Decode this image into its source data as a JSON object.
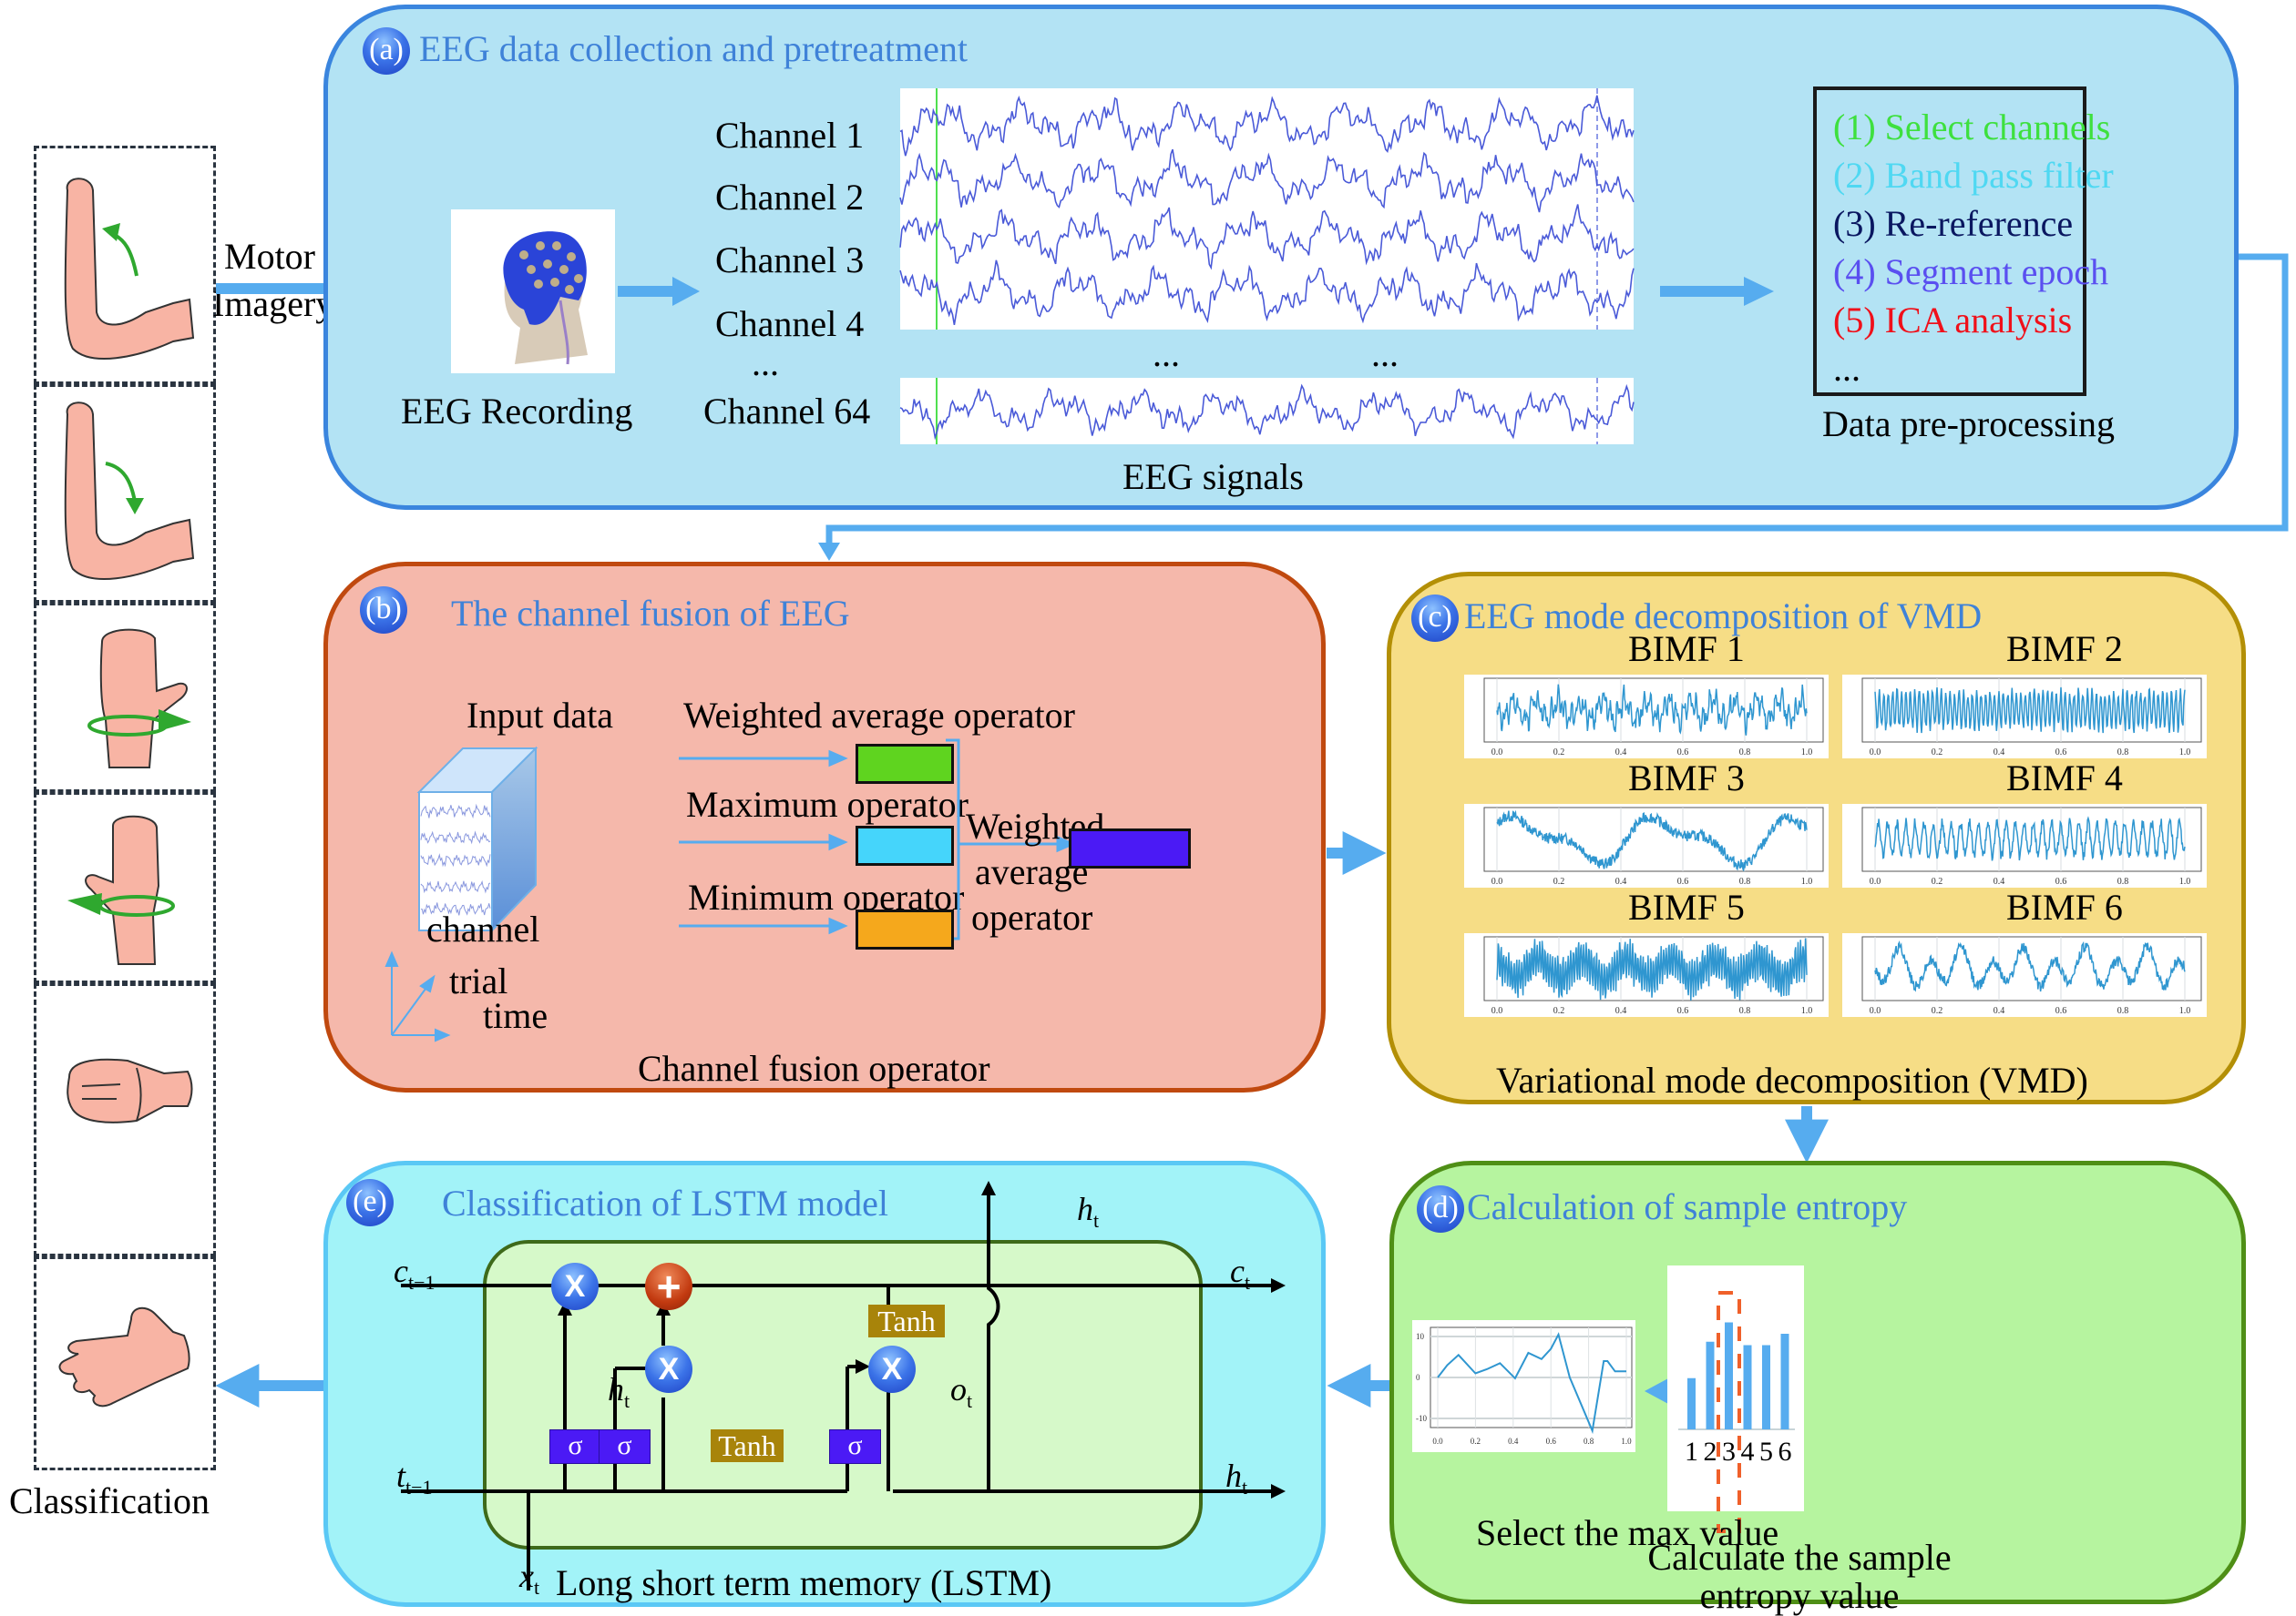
{
  "left_column": {
    "label_motor": "Motor",
    "label_imagery": "Imagery",
    "label_classification": "Classification",
    "cells": [
      {
        "name": "elbow-flexion",
        "icon": "arm-flex-up-icon"
      },
      {
        "name": "elbow-extension",
        "icon": "arm-flex-down-icon"
      },
      {
        "name": "wrist-supination",
        "icon": "hand-rotate-right-icon"
      },
      {
        "name": "wrist-pronation",
        "icon": "hand-rotate-left-icon"
      },
      {
        "name": "hand-close",
        "icon": "fist-icon"
      },
      {
        "name": "hand-open",
        "icon": "open-hand-icon"
      }
    ]
  },
  "panel_a": {
    "badge": "(a)",
    "title": "EEG data collection and pretreatment",
    "recording_label": "EEG Recording",
    "channels": [
      "Channel 1",
      "Channel 2",
      "Channel 3",
      "Channel 4",
      "...",
      "Channel 64"
    ],
    "signals_ellipsis": [
      "...",
      "..."
    ],
    "signals_label": "EEG signals",
    "preprocessing_steps": [
      {
        "text": "(1) Select channels",
        "color": "#3ee03e"
      },
      {
        "text": "(2) Band pass filter",
        "color": "#4fd8f2"
      },
      {
        "text": "(3) Re-reference",
        "color": "#0a1760"
      },
      {
        "text": "(4) Segment epoch",
        "color": "#5a4ff0"
      },
      {
        "text": "(5) ICA analysis",
        "color": "#f0101a"
      },
      {
        "text": "...",
        "color": "#000000"
      }
    ],
    "preprocessing_label": "Data pre-processing"
  },
  "panel_b": {
    "badge": "(b)",
    "title": "The channel fusion of EEG",
    "input_label": "Input data",
    "ops": [
      {
        "label": "Weighted average operator",
        "color": "#5fd41f"
      },
      {
        "label": "Maximum operator",
        "color": "#45d5fb"
      },
      {
        "label": "Minimum operator",
        "color": "#f5a81c"
      }
    ],
    "combine_label": [
      "Weighted",
      "average",
      "operator"
    ],
    "output_color": "#4b1af5",
    "axis_labels": {
      "channel": "channel",
      "trial": "trial",
      "time": "time"
    },
    "caption": "Channel fusion operator"
  },
  "panel_c": {
    "badge": "(c)",
    "title": "EEG mode decomposition of VMD",
    "modes": [
      "BIMF 1",
      "BIMF 2",
      "BIMF 3",
      "BIMF 4",
      "BIMF 5",
      "BIMF 6"
    ],
    "x_ticks": [
      "0.0",
      "0.2",
      "0.4",
      "0.6",
      "0.8",
      "1.0"
    ],
    "caption": "Variational mode decomposition (VMD)"
  },
  "panel_d": {
    "badge": "(d)",
    "title": "Calculation of sample entropy",
    "plot_y_ticks": [
      "10",
      "0",
      "-10"
    ],
    "plot_x_ticks": [
      "0.0",
      "0.2",
      "0.4",
      "0.6",
      "0.8",
      "1.0"
    ],
    "select_label": "Select the max value",
    "calc_label_lines": [
      "Calculate the sample",
      "entropy value"
    ],
    "highlight_index": 3
  },
  "panel_e": {
    "badge": "(e)",
    "title": "Classification of LSTM model",
    "labels": {
      "c_prev": "c",
      "c_prev_sub": "t−1",
      "c_next": "c",
      "c_next_sub": "t",
      "t_prev": "t",
      "t_prev_sub": "t−1",
      "h_out_top": "h",
      "h_out_top_sub": "t",
      "h_out_right": "h",
      "h_out_right_sub": "t",
      "h_gate": "h",
      "h_gate_sub": "t",
      "o_gate": "o",
      "o_gate_sub": "t",
      "x_in": "x",
      "x_in_sub": "t"
    },
    "sigma": "σ",
    "tanh": "Tanh",
    "mult": "X",
    "add": "+",
    "caption": "Long short term memory (LSTM)"
  },
  "chart_data": {
    "type": "bar",
    "title": "Sample entropy per BIMF",
    "categories": [
      "1",
      "2",
      "3",
      "4",
      "5",
      "6"
    ],
    "values": [
      0.45,
      0.77,
      0.94,
      0.74,
      0.74,
      0.84
    ],
    "xlabel": "",
    "ylabel": "",
    "ylim": [
      0,
      1
    ],
    "highlight": "3",
    "color": "#56acef",
    "highlight_color": "#f0602a"
  },
  "colors": {
    "arrow": "#56acef",
    "panel_a_bg": "#b3e3f4",
    "panel_a_border": "#3a85de",
    "panel_b_bg": "#f5b8ab",
    "panel_b_border": "#c0490f",
    "panel_c_bg": "#f6dd86",
    "panel_c_border": "#b38f06",
    "panel_d_bg": "#b6f49f",
    "panel_d_border": "#4f8f16",
    "panel_e_bg": "#a2f3f8",
    "panel_e_border": "#5ac8f5",
    "lstm_cell_bg": "#d6f9c9",
    "lstm_cell_border": "#3e6a1a",
    "sigma_bg": "#4b1af5",
    "tanh_bg": "#a8840a",
    "mult_bg": "#2f6de4",
    "add_bg": "#c23a10",
    "signal": "#4a5ad8",
    "vmd_signal": "#2f96d0"
  }
}
